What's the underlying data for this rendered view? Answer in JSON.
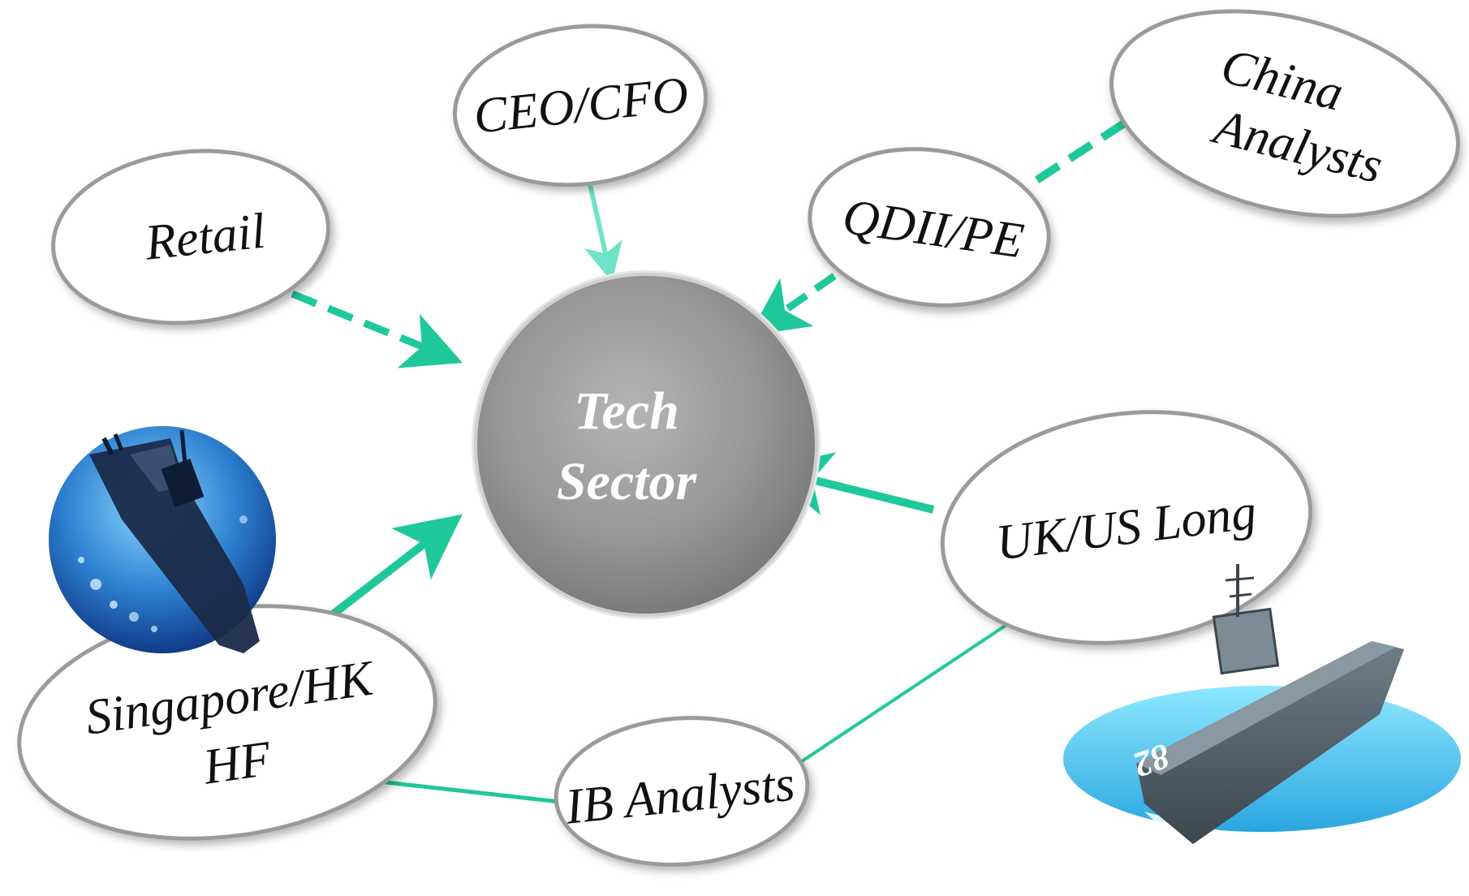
{
  "diagram": {
    "center": {
      "line1": "Tech",
      "line2": "Sector"
    },
    "nodes": {
      "ceo": {
        "label": "CEO/CFO"
      },
      "retail": {
        "label": "Retail"
      },
      "qdii": {
        "label": "QDII/PE"
      },
      "china": {
        "line1": "China",
        "line2": "Analysts"
      },
      "ukus": {
        "label": "UK/US Long"
      },
      "singapore": {
        "line1": "Singapore/HK",
        "line2": "HF"
      },
      "ib": {
        "label": "IB Analysts"
      }
    },
    "colors": {
      "arrow_primary": "#1fc89a",
      "arrow_light": "#6fe3c5",
      "center_fill": "#8e8e8e",
      "ellipse_border": "#9a9a9a"
    },
    "images": {
      "submarine": "submarine-icon",
      "carrier": "aircraft-carrier-icon",
      "carrier_hull_number": "82"
    }
  }
}
